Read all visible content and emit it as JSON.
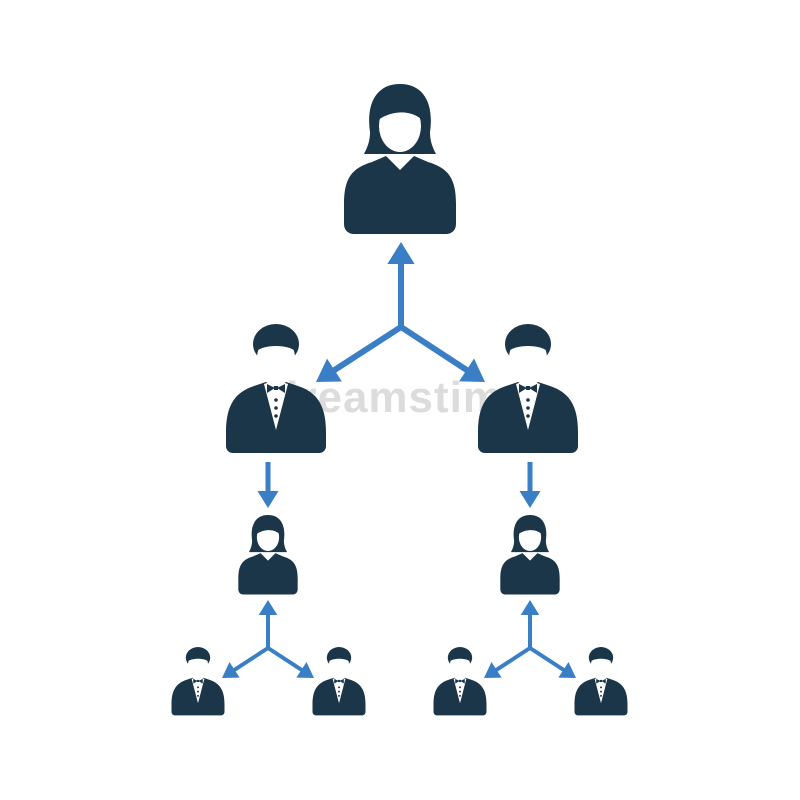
{
  "colors": {
    "person": "#1b3549",
    "arrow": "#3a7fc5",
    "background": "#ffffff",
    "watermark": "#dcdcdc"
  },
  "watermark": {
    "text": "dreamstime"
  },
  "nodes": [
    {
      "id": "n0",
      "kind": "female",
      "level": 0
    },
    {
      "id": "n1",
      "kind": "male",
      "level": 1,
      "parent": "n0"
    },
    {
      "id": "n2",
      "kind": "male",
      "level": 1,
      "parent": "n0"
    },
    {
      "id": "n3",
      "kind": "female",
      "level": 2,
      "parent": "n1"
    },
    {
      "id": "n4",
      "kind": "female",
      "level": 2,
      "parent": "n2"
    },
    {
      "id": "n5",
      "kind": "male",
      "level": 3,
      "parent": "n3"
    },
    {
      "id": "n6",
      "kind": "male",
      "level": 3,
      "parent": "n3"
    },
    {
      "id": "n7",
      "kind": "male",
      "level": 3,
      "parent": "n4"
    },
    {
      "id": "n8",
      "kind": "male",
      "level": 3,
      "parent": "n4"
    }
  ],
  "connectors": [
    {
      "id": "c0",
      "type": "three-way",
      "from": "n0",
      "to": [
        "n1",
        "n2"
      ]
    },
    {
      "id": "c1",
      "type": "down",
      "from": "n1",
      "to": [
        "n3"
      ]
    },
    {
      "id": "c2",
      "type": "down",
      "from": "n2",
      "to": [
        "n4"
      ]
    },
    {
      "id": "c3",
      "type": "three-way",
      "from": "n3",
      "to": [
        "n5",
        "n6"
      ]
    },
    {
      "id": "c4",
      "type": "three-way",
      "from": "n4",
      "to": [
        "n7",
        "n8"
      ]
    }
  ]
}
